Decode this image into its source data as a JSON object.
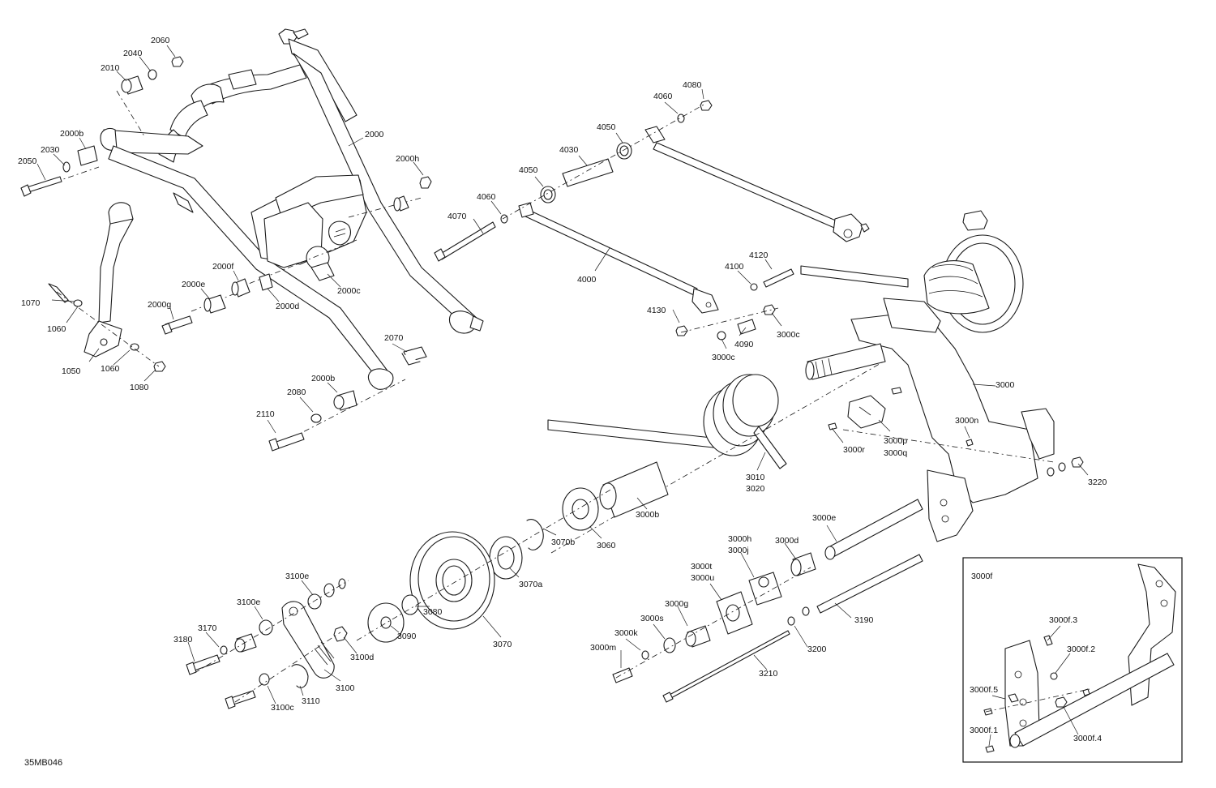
{
  "figure_code": "35MB046",
  "inset_title": "3000f",
  "labels": {
    "p2060": "2060",
    "p2040": "2040",
    "p2010": "2010",
    "p2000b_top": "2000b",
    "p2030": "2030",
    "p2050": "2050",
    "p2000": "2000",
    "p2000h": "2000h",
    "p2000f": "2000f",
    "p2000e": "2000e",
    "p2000c": "2000c",
    "p2000d": "2000d",
    "p2000g": "2000g",
    "p1070": "1070",
    "p1060_a": "1060",
    "p1050": "1050",
    "p1060_b": "1060",
    "p1080": "1080",
    "p2070": "2070",
    "p2000b_low": "2000b",
    "p2080": "2080",
    "p2110": "2110",
    "p4080": "4080",
    "p4060_top": "4060",
    "p4050_top": "4050",
    "p4030": "4030",
    "p4050_mid": "4050",
    "p4060_mid": "4060",
    "p4070": "4070",
    "p4000": "4000",
    "p4120": "4120",
    "p4100": "4100",
    "p4130": "4130",
    "p3000c_a": "3000c",
    "p4090": "4090",
    "p3000c_b": "3000c",
    "p3000": "3000",
    "p3000n": "3000n",
    "p3000r": "3000r",
    "p3000p": "3000p",
    "p3000q": "3000q",
    "p3010": "3010",
    "p3020": "3020",
    "p3220": "3220",
    "p3000b": "3000b",
    "p3060": "3060",
    "p3070b": "3070b",
    "p3070a": "3070a",
    "p3070": "3070",
    "p3080": "3080",
    "p3090": "3090",
    "p3000e": "3000e",
    "p3000h": "3000h",
    "p3000j": "3000j",
    "p3000d": "3000d",
    "p3000t": "3000t",
    "p3000u": "3000u",
    "p3000g": "3000g",
    "p3000s": "3000s",
    "p3000k": "3000k",
    "p3000m": "3000m",
    "p3190": "3190",
    "p3200": "3200",
    "p3210": "3210",
    "p3100e_a": "3100e",
    "p3100e_b": "3100e",
    "p3170": "3170",
    "p3180": "3180",
    "p3100d": "3100d",
    "p3100": "3100",
    "p3110": "3110",
    "p3100c": "3100c",
    "p3000f3": "3000f.3",
    "p3000f2": "3000f.2",
    "p3000f5": "3000f.5",
    "p3000f4": "3000f.4",
    "p3000f1": "3000f.1"
  }
}
